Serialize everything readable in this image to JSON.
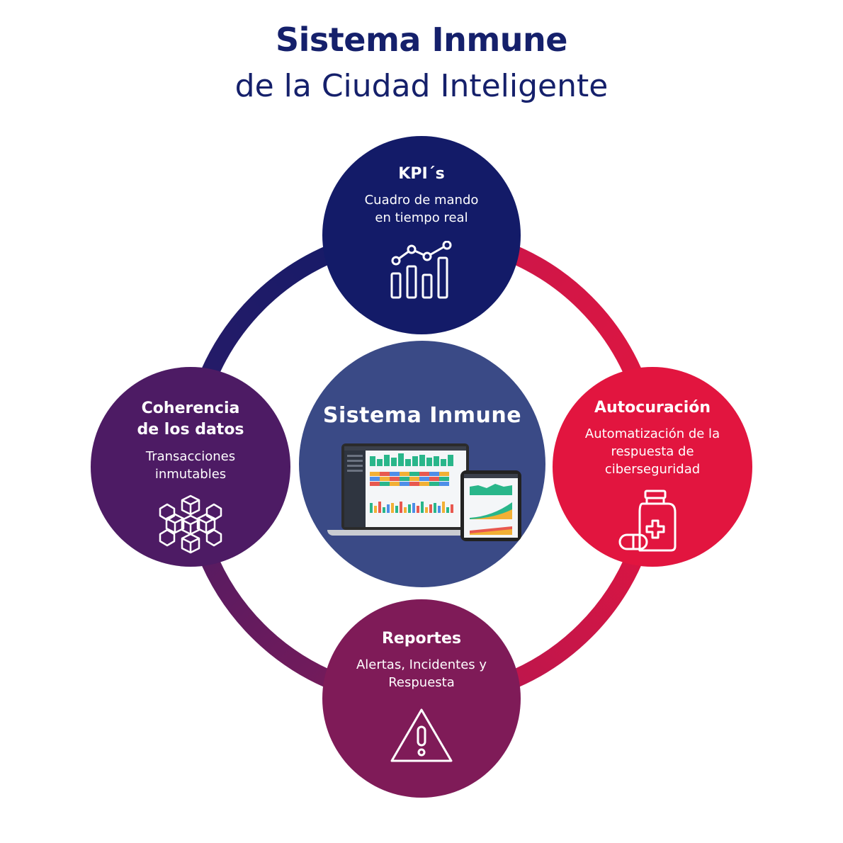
{
  "header": {
    "title": "Sistema Inmune",
    "subtitle": "de la Ciudad Inteligente"
  },
  "center": {
    "title": "Sistema Inmune"
  },
  "nodes": {
    "kpi": {
      "title": "KPI´s",
      "line1": "Cuadro de mando",
      "line2": "en tiempo real",
      "icon": "bar-line-chart-icon"
    },
    "auto": {
      "title": "Autocuración",
      "line1": "Automatización de la",
      "line2": "respuesta de",
      "line3": "ciberseguridad",
      "icon": "medicine-bottle-icon"
    },
    "coh": {
      "title_line1": "Coherencia",
      "title_line2": "de los datos",
      "line1": "Transacciones",
      "line2": "inmutables",
      "icon": "blockchain-cubes-icon"
    },
    "rep": {
      "title": "Reportes",
      "line1": "Alertas, Incidentes y",
      "line2": "Respuesta",
      "icon": "warning-triangle-icon"
    }
  },
  "colors": {
    "title": "#15206b",
    "kpi": "#131b68",
    "auto": "#e2153f",
    "coh": "#4d1b64",
    "rep": "#7f1b58",
    "center": "#3a4a86"
  }
}
